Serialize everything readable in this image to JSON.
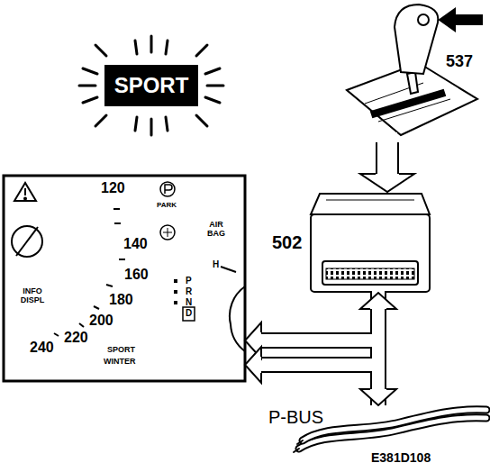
{
  "diagram": {
    "nodes": [
      {
        "text": [
          "SPORT"
        ]
      },
      {
        "text": [
          "537"
        ]
      },
      {
        "text": [
          "502"
        ]
      },
      {
        "text": [
          "120",
          "140",
          "160",
          "180",
          "200",
          "220",
          "240",
          "PARK",
          "AIR BAG",
          "INFO DISPL",
          "SPORT",
          "WINTER",
          "P",
          "R",
          "N",
          "D",
          "H"
        ]
      },
      {
        "text": [
          "P-BUS"
        ]
      }
    ],
    "edges": [
      {
        "from": 1,
        "to": 2,
        "arrow": "to"
      },
      {
        "from": 2,
        "to": 4,
        "arrow": "both"
      },
      {
        "from": 2,
        "to": 3,
        "arrow": "to"
      },
      {
        "from": 4,
        "to": 3,
        "arrow": "to"
      }
    ],
    "labels": [
      "E381D108"
    ]
  }
}
